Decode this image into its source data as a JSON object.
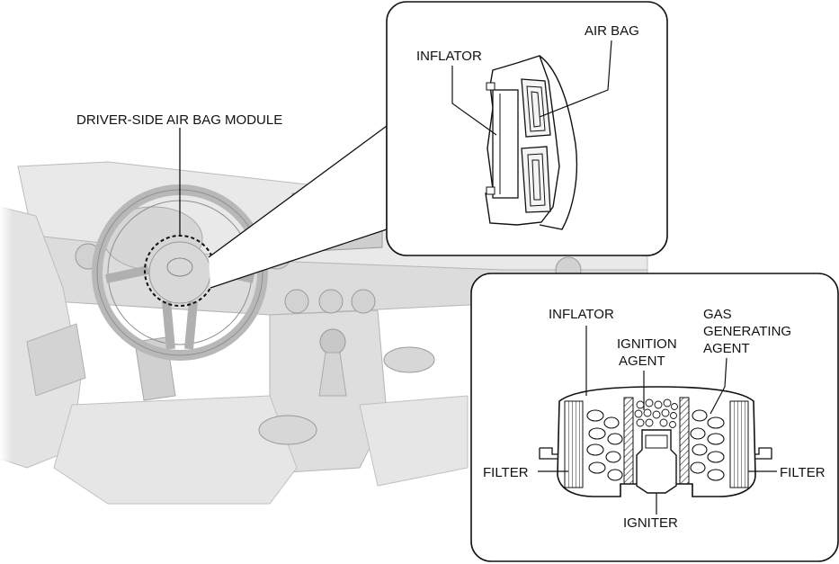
{
  "labels": {
    "driver_module": "DRIVER-SIDE AIR BAG MODULE",
    "inflator_top": "INFLATOR",
    "air_bag": "AIR BAG",
    "inflator_detail": "INFLATOR",
    "ignition_agent_line1": "IGNITION",
    "ignition_agent_line2": "AGENT",
    "gas_agent_line1": "GAS",
    "gas_agent_line2": "GENERATING",
    "gas_agent_line3": "AGENT",
    "filter_left": "FILTER",
    "filter_right": "FILTER",
    "igniter": "IGNITER"
  },
  "colors": {
    "line": "#1a1a1a",
    "interior_fill": "#e6e6e6",
    "interior_dark": "#bdbdbd",
    "panel_bg": "#ffffff"
  }
}
